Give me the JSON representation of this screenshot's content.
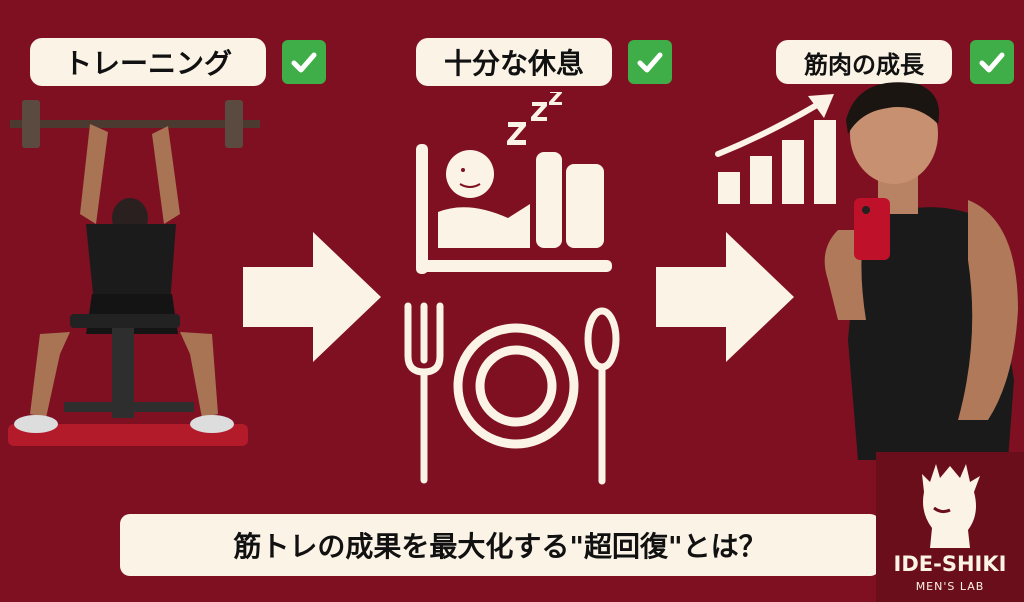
{
  "labels": {
    "training": "トレーニング",
    "rest": "十分な休息",
    "growth": "筋肉の成長"
  },
  "banner": {
    "text": "筋トレの成果を最大化する\"超回復\"とは？"
  },
  "logo": {
    "title": "IDE-SHIKI",
    "subtitle": "MEN'S LAB"
  },
  "colors": {
    "background": "#7f1022",
    "cream": "#fbf3e6",
    "check": "#3fae49"
  },
  "icons": [
    "check-icon",
    "right-arrow-icon",
    "sleep-icon",
    "plate-icon",
    "fork-icon",
    "spoon-icon",
    "growth-chart-icon"
  ]
}
